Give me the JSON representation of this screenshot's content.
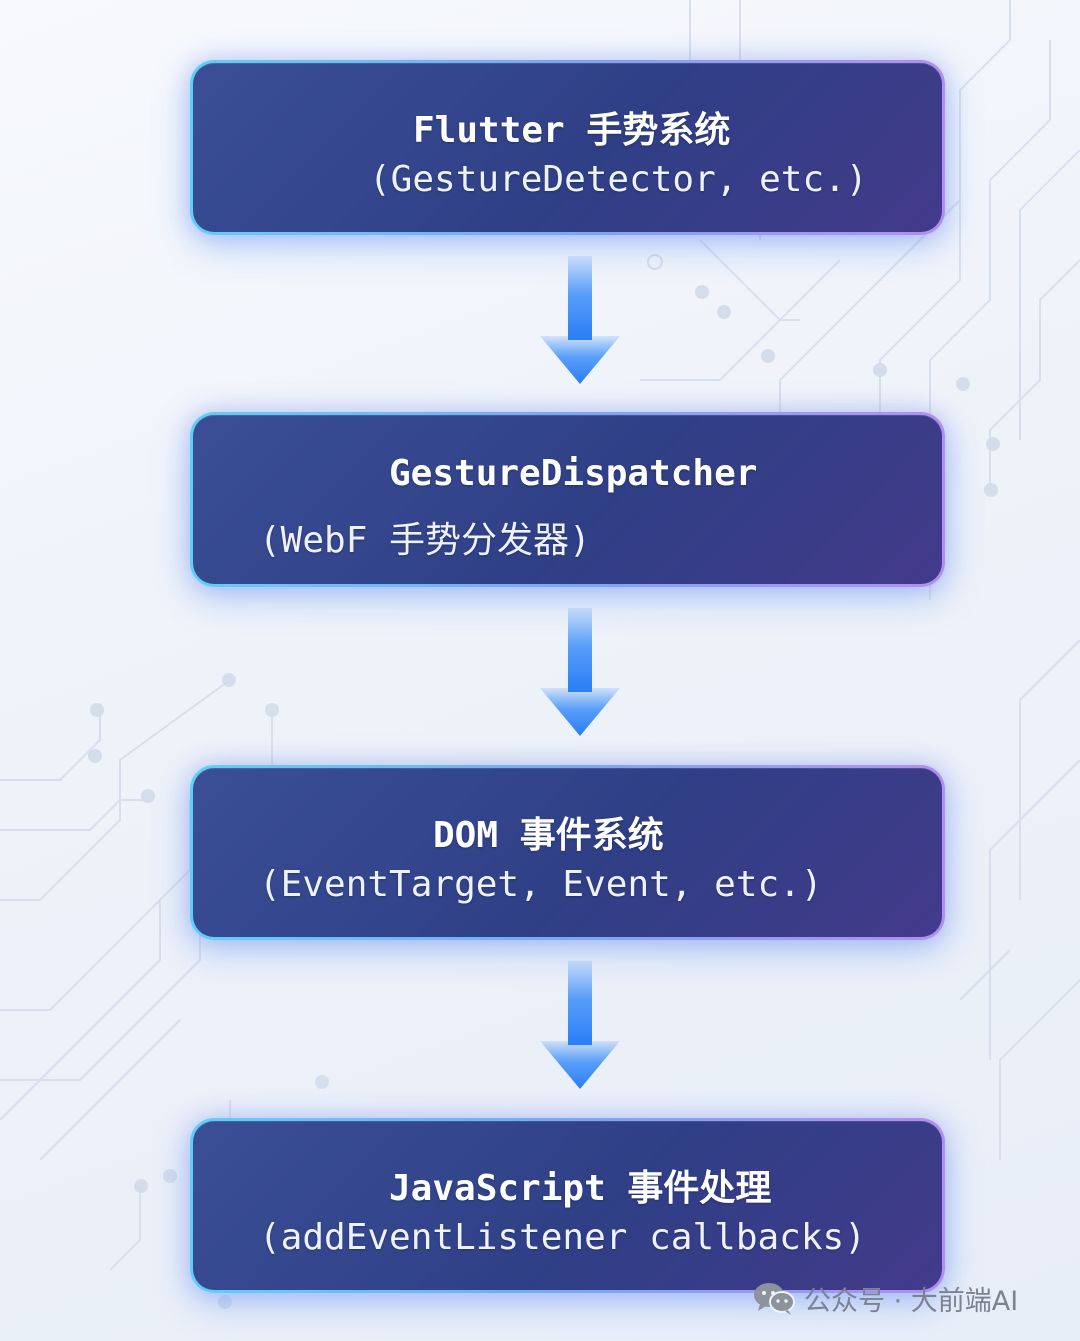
{
  "diagram": {
    "boxes": [
      {
        "title": "Flutter 手势系统",
        "subtitle": "(GestureDetector, etc.)"
      },
      {
        "title": "GestureDispatcher",
        "subtitle": "(WebF 手势分发器)"
      },
      {
        "title": "DOM 事件系统",
        "subtitle": "(EventTarget, Event, etc.)"
      },
      {
        "title": "JavaScript 事件处理",
        "subtitle": "(addEventListener callbacks)"
      }
    ],
    "arrow_color": "#2f86f8",
    "box_color": "#34468c",
    "border_gradient": [
      "#5fd0f5",
      "#b28ef0"
    ]
  },
  "watermark": {
    "icon": "wechat-icon",
    "text": "公众号 · 大前端AI"
  }
}
